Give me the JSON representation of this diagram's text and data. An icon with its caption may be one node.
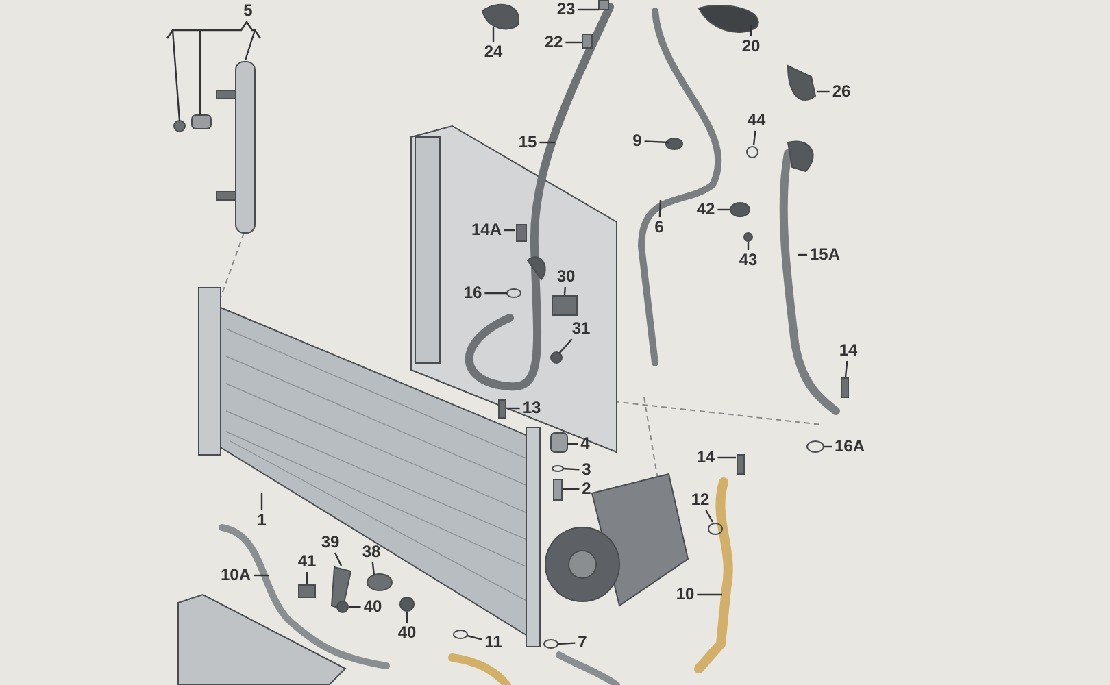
{
  "diagram": {
    "nodes": [
      {
        "text": [
          "5"
        ]
      },
      {
        "text": [
          "24"
        ]
      },
      {
        "text": [
          "23"
        ]
      },
      {
        "text": [
          "22"
        ]
      },
      {
        "text": [
          "20"
        ]
      },
      {
        "text": [
          "26"
        ]
      },
      {
        "text": [
          "15"
        ]
      },
      {
        "text": [
          "9"
        ]
      },
      {
        "text": [
          "44"
        ]
      },
      {
        "text": [
          "6"
        ]
      },
      {
        "text": [
          "42"
        ]
      },
      {
        "text": [
          "43"
        ]
      },
      {
        "text": [
          "15A"
        ]
      },
      {
        "text": [
          "14A"
        ]
      },
      {
        "text": [
          "16"
        ]
      },
      {
        "text": [
          "30"
        ]
      },
      {
        "text": [
          "31"
        ]
      },
      {
        "text": [
          "13"
        ]
      },
      {
        "text": [
          "4"
        ]
      },
      {
        "text": [
          "3"
        ]
      },
      {
        "text": [
          "2"
        ]
      },
      {
        "text": [
          "1"
        ]
      },
      {
        "text": [
          "14"
        ]
      },
      {
        "text": [
          "16A"
        ]
      },
      {
        "text": [
          "14"
        ]
      },
      {
        "text": [
          "12"
        ]
      },
      {
        "text": [
          "10"
        ]
      },
      {
        "text": [
          "10A"
        ]
      },
      {
        "text": [
          "41"
        ]
      },
      {
        "text": [
          "39"
        ]
      },
      {
        "text": [
          "38"
        ]
      },
      {
        "text": [
          "40"
        ]
      },
      {
        "text": [
          "40"
        ]
      },
      {
        "text": [
          "11"
        ]
      },
      {
        "text": [
          "7"
        ]
      }
    ],
    "edges": [
      {
        "from": 0,
        "to": null,
        "arrow": "none"
      },
      {
        "from": 0,
        "to": null,
        "arrow": "none"
      },
      {
        "from": 0,
        "to": null,
        "arrow": "none"
      },
      {
        "from": 1,
        "to": null,
        "arrow": "none"
      },
      {
        "from": 2,
        "to": null,
        "arrow": "none"
      },
      {
        "from": 3,
        "to": null,
        "arrow": "none"
      },
      {
        "from": 4,
        "to": null,
        "arrow": "none"
      },
      {
        "from": 5,
        "to": null,
        "arrow": "none"
      },
      {
        "from": 6,
        "to": null,
        "arrow": "none"
      },
      {
        "from": 7,
        "to": null,
        "arrow": "none"
      },
      {
        "from": 8,
        "to": null,
        "arrow": "none"
      },
      {
        "from": 9,
        "to": null,
        "arrow": "none"
      },
      {
        "from": 10,
        "to": null,
        "arrow": "none"
      },
      {
        "from": 11,
        "to": null,
        "arrow": "none"
      },
      {
        "from": 12,
        "to": null,
        "arrow": "none"
      },
      {
        "from": 13,
        "to": null,
        "arrow": "none"
      },
      {
        "from": 14,
        "to": null,
        "arrow": "none"
      },
      {
        "from": 15,
        "to": null,
        "arrow": "none"
      },
      {
        "from": 16,
        "to": null,
        "arrow": "none"
      },
      {
        "from": 17,
        "to": null,
        "arrow": "none"
      },
      {
        "from": 18,
        "to": null,
        "arrow": "none"
      },
      {
        "from": 19,
        "to": null,
        "arrow": "none"
      },
      {
        "from": 20,
        "to": null,
        "arrow": "none"
      },
      {
        "from": 21,
        "to": null,
        "arrow": "none"
      },
      {
        "from": 22,
        "to": null,
        "arrow": "none"
      },
      {
        "from": 23,
        "to": null,
        "arrow": "none"
      },
      {
        "from": 24,
        "to": null,
        "arrow": "none"
      },
      {
        "from": 25,
        "to": null,
        "arrow": "none"
      },
      {
        "from": 26,
        "to": null,
        "arrow": "none"
      },
      {
        "from": 27,
        "to": null,
        "arrow": "none"
      },
      {
        "from": 28,
        "to": null,
        "arrow": "none"
      },
      {
        "from": 29,
        "to": null,
        "arrow": "none"
      },
      {
        "from": 30,
        "to": null,
        "arrow": "none"
      },
      {
        "from": 31,
        "to": null,
        "arrow": "none"
      },
      {
        "from": 32,
        "to": null,
        "arrow": "none"
      },
      {
        "from": 33,
        "to": null,
        "arrow": "none"
      },
      {
        "from": 34,
        "to": null,
        "arrow": "none"
      }
    ]
  }
}
